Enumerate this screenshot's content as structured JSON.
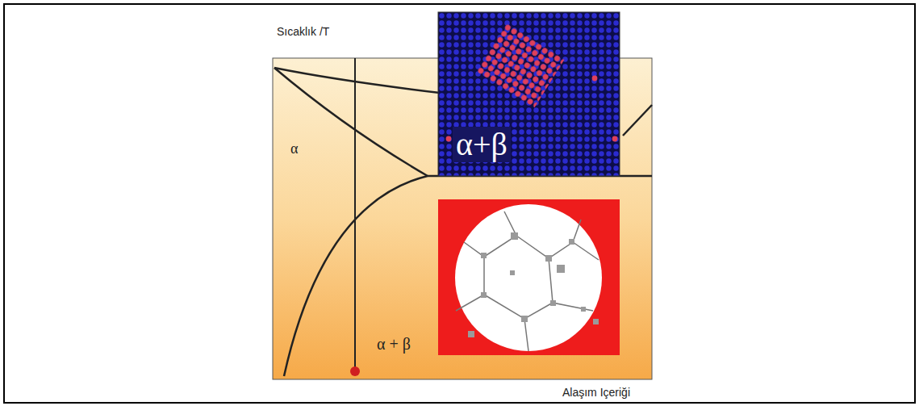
{
  "diagram": {
    "nodes": [
      {
        "text": [
          "α+β"
        ]
      }
    ],
    "labels": [
      "Sıcaklık /T",
      "α",
      "α + β",
      "Alaşım Içeriği"
    ]
  }
}
